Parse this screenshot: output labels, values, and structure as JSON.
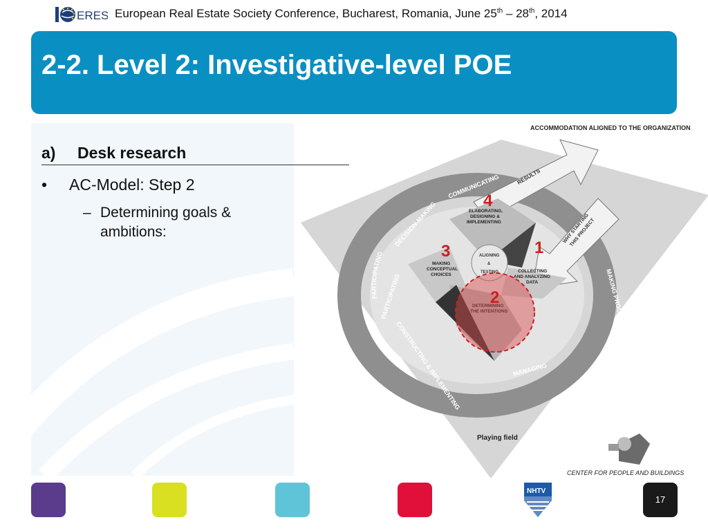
{
  "header": {
    "conference_prefix": "European Real Estate Society Conference, Bucharest, Romania, June 25",
    "sup1": "th",
    "conference_mid": " – 28",
    "sup2": "th",
    "conference_suffix": ", 2014",
    "logo_text": "ERES"
  },
  "slide": {
    "title": "2-2. Level 2: Investigative-level POE",
    "accent_color": "#0a8fc3"
  },
  "content": {
    "section_number": "a)",
    "section_heading": "Desk research",
    "bullet_marker": "•",
    "bullet": "AC-Model: Step 2",
    "sub_marker": "–",
    "sub_bullet": "Determining goals & ambitions:"
  },
  "diagram": {
    "top_caption": "ACCOMMODATION ALIGNED TO THE ORGANIZATION",
    "ring_label_1": "PARTICIPATING",
    "ring_label_2": "DECISION-MAKING",
    "ring_label_3": "COMMUNICATING",
    "ring_label_4": "MAKING PROCESS CHOICES",
    "ring_label_5": "CONSTRUCTING & IMPLEMENTING",
    "ring_label_6": "MANAGING",
    "arrow_results": "RESULTS",
    "arrow_why_1": "WHY STARTING",
    "arrow_why_2": "THIS PROJECT",
    "step4_1": "ELABORATING,",
    "step4_2": "DESIGNING &",
    "step4_3": "IMPLEMENTING",
    "step3_1": "MAKING",
    "step3_2": "CONCEPTUAL",
    "step3_3": "CHOICES",
    "step1_1": "COLLECTING",
    "step1_2": "AND ANALYZING",
    "step1_3": "DATA",
    "step2_1": "DETERMINING",
    "step2_2": "THE INTENTIONS",
    "center_1": "ALIGNING",
    "center_2": "&",
    "center_3": "TESTING",
    "number_1": "1",
    "number_2": "2",
    "number_3": "3",
    "number_4": "4",
    "playing_field": "Playing field",
    "cpb_caption": "CENTER FOR PEOPLE AND BUILDINGS",
    "highlight_color": "#cc1f1f"
  },
  "footer": {
    "squares": [
      "#5a3b8c",
      "#d8e021",
      "#5fc4d8",
      "#e0103a"
    ],
    "nhtv_label": "NHTV",
    "page_number": "17"
  }
}
